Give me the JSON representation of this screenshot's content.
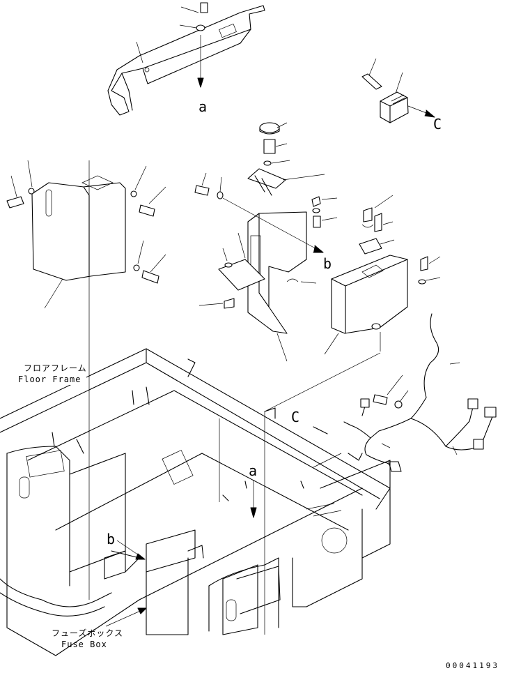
{
  "callouts": {
    "a_upper": "a",
    "c_upper": "C",
    "b_upper": "b",
    "c_lower": "C",
    "a_lower": "a",
    "b_lower": "b"
  },
  "captions": {
    "floor_frame_jp": "フロアフレーム",
    "floor_frame_en": "Floor Frame",
    "fuse_box_jp": "フューズボックス",
    "fuse_box_en": "Fuse Box"
  },
  "drawing_number": "00041193"
}
